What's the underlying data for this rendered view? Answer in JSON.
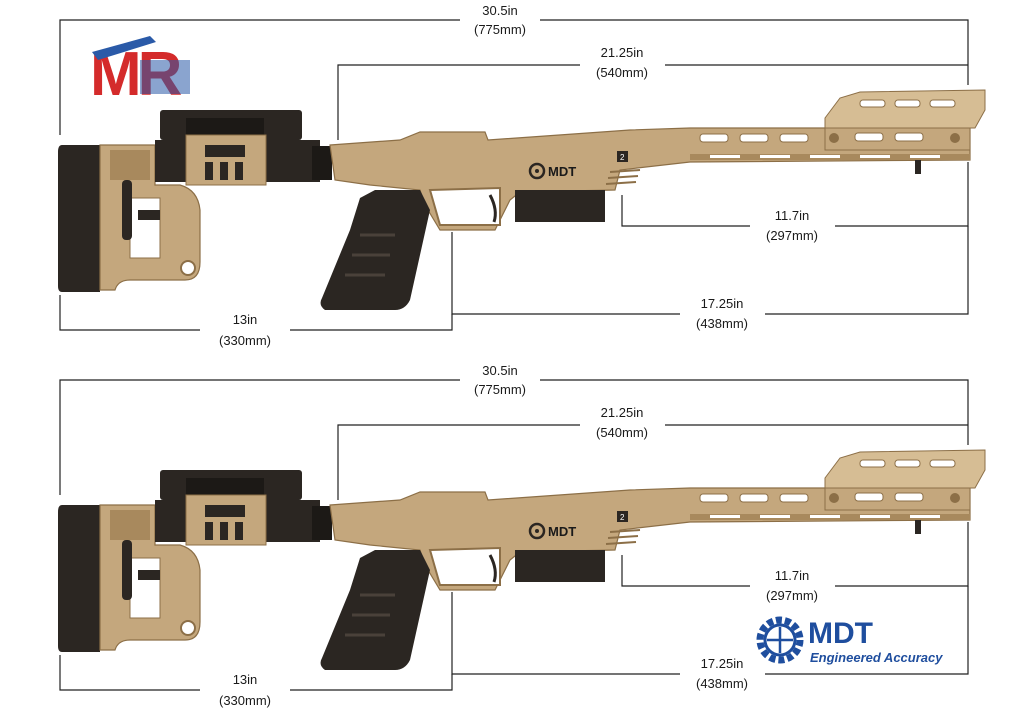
{
  "colors": {
    "tan": "#c4a77d",
    "tan_dark": "#a8895d",
    "tan_shadow": "#8c6f47",
    "black": "#2b2622",
    "black_dark": "#1c1916",
    "dim_line": "#222222",
    "mr_red": "#d42b2b",
    "mr_blue": "#2a5aa8",
    "mdt_blue": "#1f4e9e"
  },
  "logos": {
    "mr": "MR",
    "mdt_name": "MDT",
    "mdt_tagline": "Engineered Accuracy",
    "chassis_mark": "MDT",
    "chassis_badge": "2"
  },
  "diagrams": [
    {
      "overall": {
        "in": "30.5in",
        "mm": "(775mm)"
      },
      "forend_from_buffer": {
        "in": "21.25in",
        "mm": "(540mm)"
      },
      "forend_from_mag": {
        "in": "11.7in",
        "mm": "(297mm)"
      },
      "forend_from_grip": {
        "in": "17.25in",
        "mm": "(438mm)"
      },
      "length_of_pull": {
        "in": "13in",
        "mm": "(330mm)"
      }
    },
    {
      "overall": {
        "in": "30.5in",
        "mm": "(775mm)"
      },
      "forend_from_buffer": {
        "in": "21.25in",
        "mm": "(540mm)"
      },
      "forend_from_mag": {
        "in": "11.7in",
        "mm": "(297mm)"
      },
      "forend_from_grip": {
        "in": "17.25in",
        "mm": "(438mm)"
      },
      "length_of_pull": {
        "in": "13in",
        "mm": "(330mm)"
      }
    }
  ]
}
